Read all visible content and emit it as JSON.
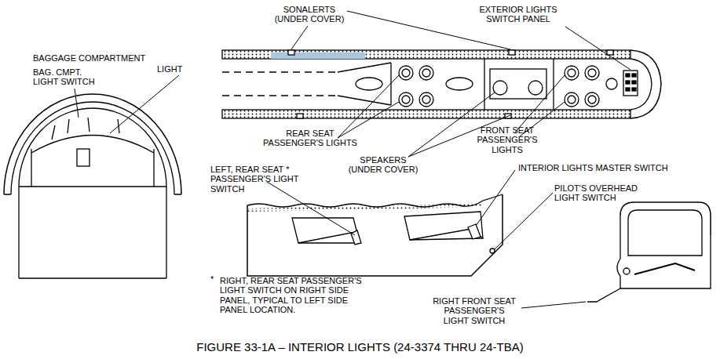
{
  "diagram": {
    "caption": "FIGURE 33-1A – INTERIOR LIGHTS (24-3374 THRU 24-TBA)",
    "labels": [
      "SONALERTS (UNDER COVER)",
      "EXTERIOR LIGHTS SWITCH PANEL",
      "BAGGAGE COMPARTMENT",
      "LIGHT",
      "BAG. CMPT. LIGHT SWITCH",
      "REAR SEAT PASSENGER'S LIGHTS",
      "FRONT SEAT PASSENGER'S LIGHTS",
      "SPEAKERS (UNDER COVER)",
      "LEFT, REAR SEAT * PASSENGER'S LIGHT SWITCH",
      "INTERIOR LIGHTS MASTER SWITCH",
      "PILOT'S OVERHEAD LIGHT SWITCH",
      "*",
      "RIGHT, REAR SEAT PASSENGER'S LIGHT SWITCH ON RIGHT SIDE PANEL, TYPICAL TO LEFT SIDE PANEL LOCATION.",
      "RIGHT FRONT SEAT PASSENGER'S LIGHT SWITCH"
    ]
  }
}
